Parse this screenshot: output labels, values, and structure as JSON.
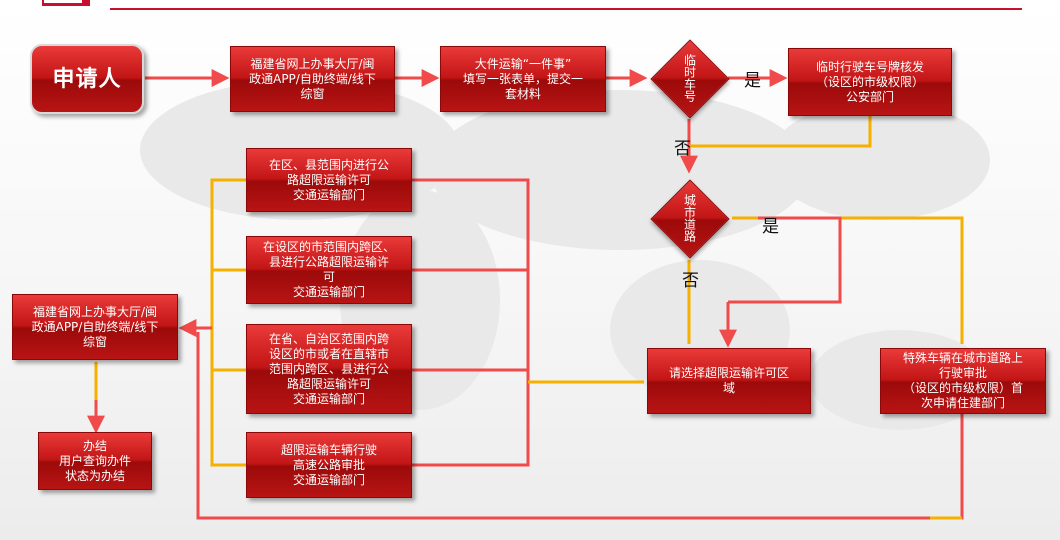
{
  "applicant": "申请人",
  "boxes": {
    "hall_top": "福建省网上办事大厅/闽\n政通APP/自助终端/线下\n综窗",
    "one_thing": "大件运输“一件事”\n填写一张表单，提交一\n套材料",
    "temp_plate": "临时行驶车号牌核发\n（设区的市级权限）\n公安部门",
    "county": "在区、县范围内进行公\n路超限运输许可\n交通运输部门",
    "city": "在设区的市范围内跨区、\n县进行公路超限运输许\n可\n交通运输部门",
    "province": "在省、自治区范围内跨\n设区的市或者在直辖市\n范围内跨区、县进行公\n路超限运输许可\n交通运输部门",
    "expressway": "超限运输车辆行驶\n高速公路审批\n交通运输部门",
    "hall_left": "福建省网上办事大厅/闽\n政通APP/自助终端/线下\n综窗",
    "done": "办结\n用户查询办件\n状态为办结",
    "choose_area": "请选择超限运输许可区\n域",
    "special_vehicle": "特殊车辆在城市道路上\n行驶审批\n（设区的市级权限）首\n次申请住建部门"
  },
  "decisions": {
    "temp_plate_q": "临时车号",
    "city_road_q": "城市道路"
  },
  "labels": {
    "yes1": "是",
    "no1": "否",
    "yes2": "是",
    "no2": "否"
  }
}
